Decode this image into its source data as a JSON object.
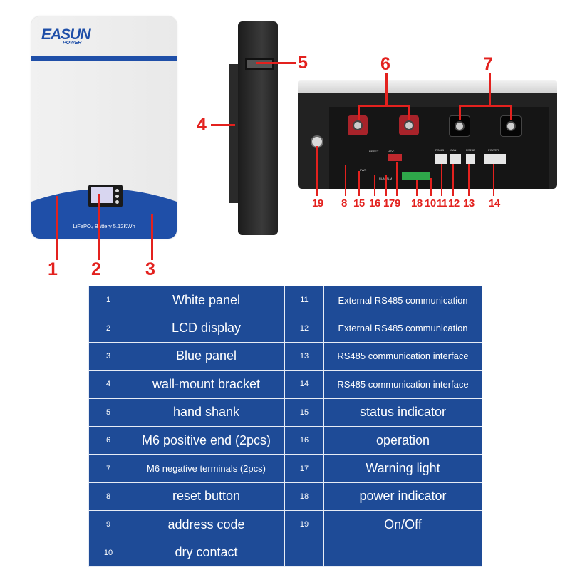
{
  "product": {
    "brand_main": "EASUN",
    "brand_sub": "POWER",
    "label": "LiFePO₄ Battery 5.12KWh"
  },
  "ports": {
    "reset": "RESET",
    "adc": "ADC",
    "rs485": "RS485",
    "can": "CAN",
    "rs232": "RS232",
    "power": "POWER",
    "pwr": "PWR",
    "run": "RUN",
    "alm": "ALM"
  },
  "callouts": {
    "c1": "1",
    "c2": "2",
    "c3": "3",
    "c4": "4",
    "c5": "5",
    "c6": "6",
    "c7": "7",
    "c8": "8",
    "c10": "10",
    "c11": "11",
    "c12": "12",
    "c13": "13",
    "c14": "14",
    "c15": "15",
    "c16": "16",
    "c17": "17",
    "c18": "18",
    "c19": "19",
    "c9": "9"
  },
  "table": {
    "rows": [
      {
        "n1": "1",
        "l1": "White panel",
        "n2": "11",
        "l2": "External RS485 communication"
      },
      {
        "n1": "2",
        "l1": "LCD display",
        "n2": "12",
        "l2": "External RS485 communication"
      },
      {
        "n1": "3",
        "l1": "Blue panel",
        "n2": "13",
        "l2": "RS485 communication interface"
      },
      {
        "n1": "4",
        "l1": "wall-mount bracket",
        "n2": "14",
        "l2": "RS485 communication interface"
      },
      {
        "n1": "5",
        "l1": "hand shank",
        "n2": "15",
        "l2": "status indicator"
      },
      {
        "n1": "6",
        "l1": "M6 positive end (2pcs)",
        "n2": "16",
        "l2": "operation"
      },
      {
        "n1": "7",
        "l1": "M6 negative terminals (2pcs)",
        "n2": "17",
        "l2": "Warning light"
      },
      {
        "n1": "8",
        "l1": "reset button",
        "n2": "18",
        "l2": "power indicator"
      },
      {
        "n1": "9",
        "l1": "address code",
        "n2": "19",
        "l2": "On/Off"
      },
      {
        "n1": "10",
        "l1": "dry contact",
        "n2": "",
        "l2": ""
      }
    ]
  },
  "colors": {
    "brand_blue": "#1f4fa8",
    "callout_red": "#e3211e",
    "table_blue": "#1e4b97"
  }
}
